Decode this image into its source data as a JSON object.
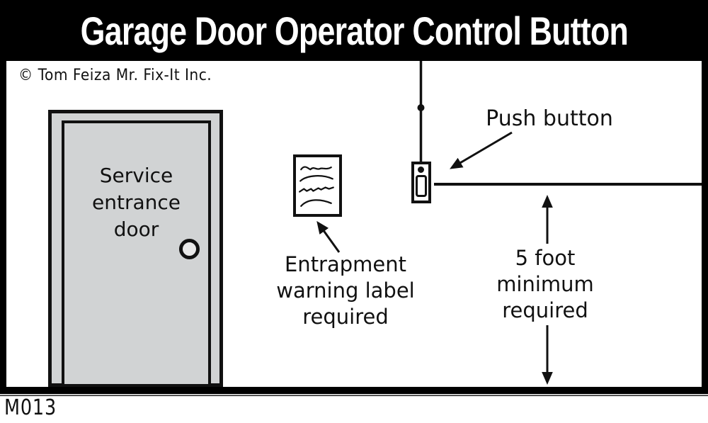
{
  "title": "Garage Door Operator Control Button",
  "copyright": "© Tom Feiza Mr. Fix-It Inc.",
  "code": "M013",
  "colors": {
    "ink": "#111111",
    "band": "#000000",
    "paper": "#ffffff",
    "door_gray": "#d1d3d4",
    "knob_gray": "#e8e8e8"
  },
  "door": {
    "label": "Service\nentrance\ndoor"
  },
  "warning_label": {
    "caption": "Entrapment\nwarning label\nrequired"
  },
  "push_button": {
    "caption": "Push button"
  },
  "clearance": {
    "caption": "5 foot\nminimum\nrequired"
  }
}
